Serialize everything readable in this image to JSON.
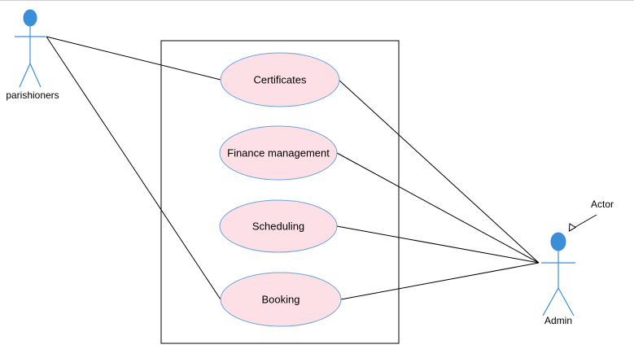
{
  "colors": {
    "actor_fill": "#3a8fd8",
    "actor_stroke": "#3a8fd8",
    "usecase_fill": "#fce0e6",
    "usecase_stroke": "#6aa4dc",
    "line": "#000000"
  },
  "actors": {
    "parishioners": "parishioners",
    "admin": "Admin"
  },
  "annotation": {
    "actor_label": "Actor"
  },
  "use_cases": {
    "certificates": "Certificates",
    "finance": "Finance management",
    "scheduling": "Scheduling",
    "booking": "Booking"
  }
}
